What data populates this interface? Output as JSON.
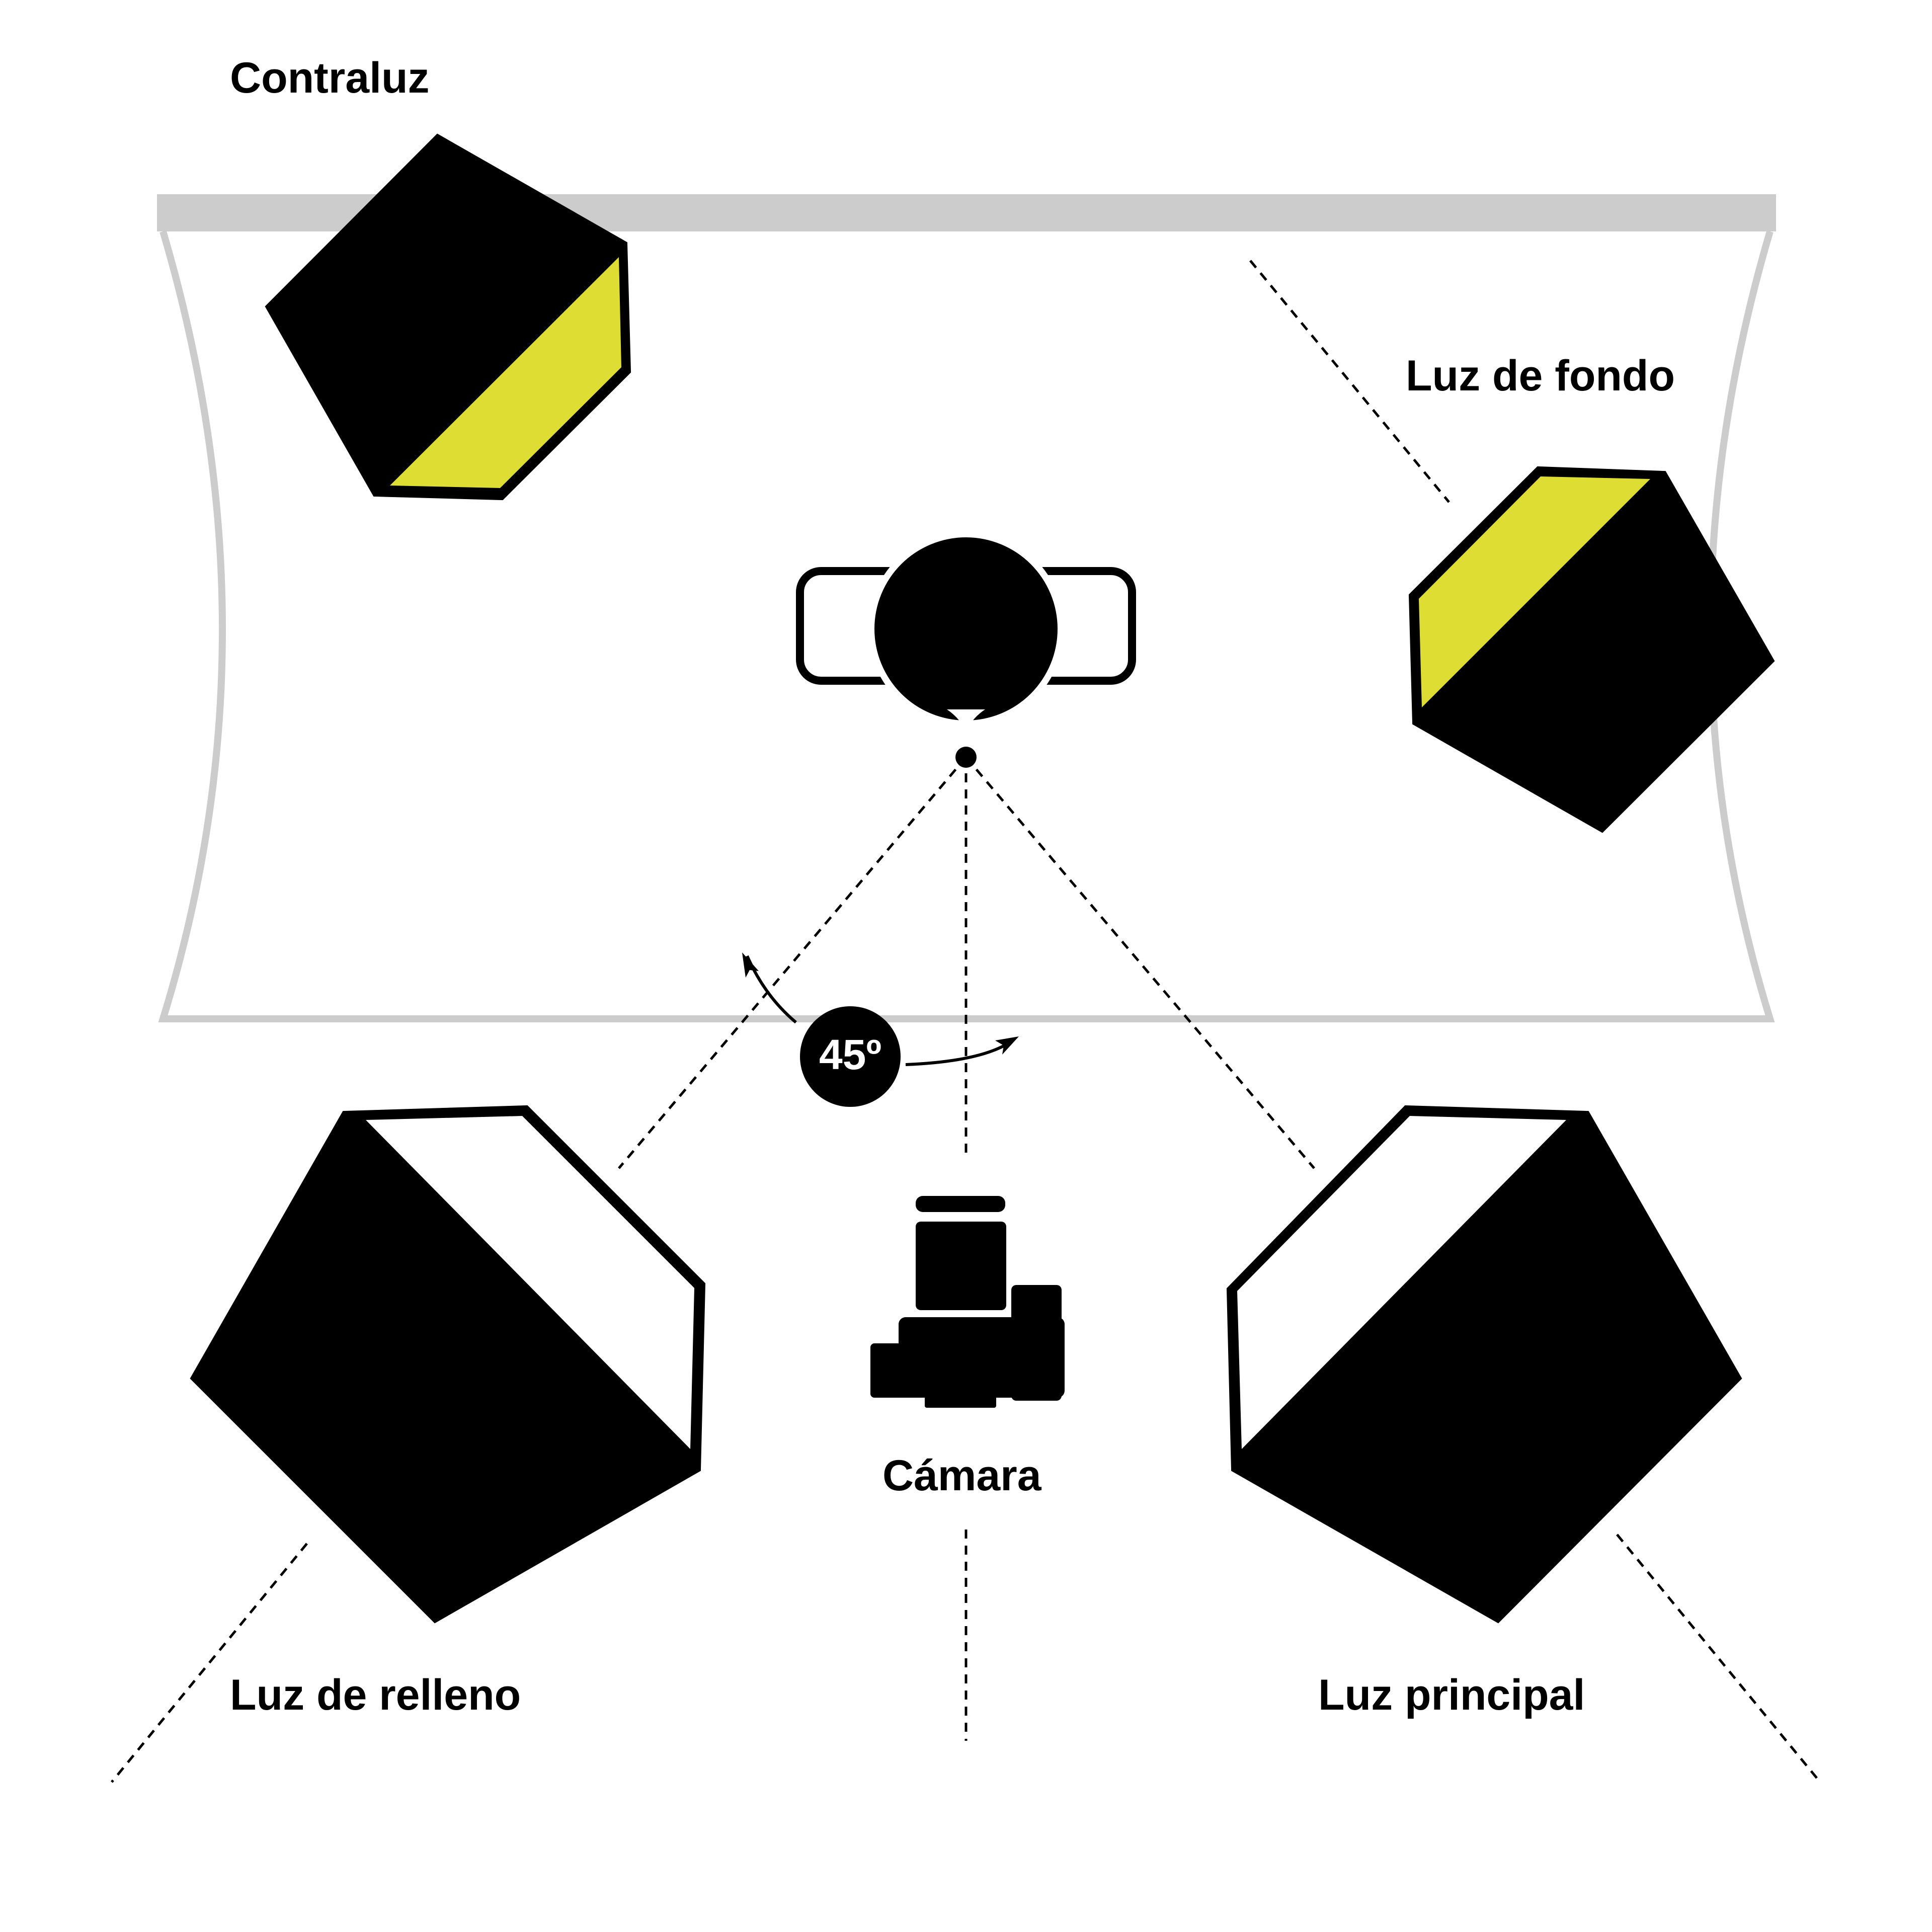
{
  "labels": {
    "back_light": "Contraluz",
    "background_light": "Luz de fondo",
    "fill_light": "Luz de relleno",
    "key_light": "Luz principal",
    "camera": "Cámara",
    "angle": "45º"
  },
  "colors": {
    "backdrop": "#cccccc",
    "softbox": "#000000",
    "diffuser_lit": "#dddd33",
    "diffuser_front": "#ffffff"
  },
  "icons": {
    "subject": "person-top-view-icon",
    "camera": "camera-icon",
    "light": "softbox-icon"
  }
}
